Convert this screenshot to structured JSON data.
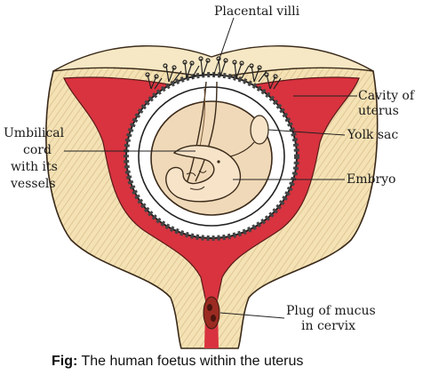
{
  "labels": {
    "placental_villi": "Placental villi",
    "cavity_of_uterus": [
      "Cavity of",
      "uterus"
    ],
    "yolk_sac": "Yolk sac",
    "umbilical_cord": [
      "Umbilical",
      "cord",
      "with its",
      "vessels"
    ],
    "embryo": "Embryo",
    "plug_of_mucus": [
      "Plug of mucus",
      "in cervix"
    ]
  },
  "caption": {
    "prefix": "Fig:",
    "text": " The human foetus within the uterus"
  },
  "colors": {
    "uterine_wall": "#f3dfae",
    "wall_stripes": "#c9a978",
    "cavity": "#d8333f",
    "amniotic_fluid": "#f0d9b8",
    "embryo": "#f6e3c8",
    "outline": "#3a2a1a"
  }
}
